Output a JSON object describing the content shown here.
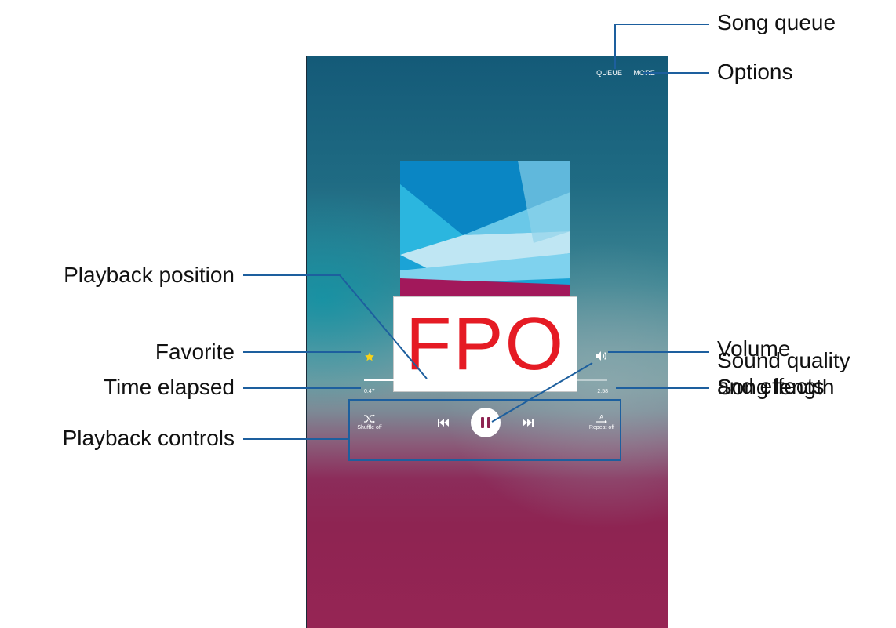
{
  "screen": {
    "top_actions": [
      "QUEUE",
      "MORE"
    ],
    "art_placeholder": "FPO",
    "time_elapsed": "0:47",
    "song_length": "2:58",
    "progress_fraction": 0.26,
    "controls": {
      "shuffle_label": "Shuffle off",
      "repeat_label": "Repeat off"
    },
    "icons": {
      "favorite": "star-icon",
      "effects": "equalizer-icon",
      "volume": "volume-icon",
      "shuffle": "shuffle-icon",
      "previous": "previous-icon",
      "play_pause": "pause-icon",
      "next": "next-icon",
      "repeat": "repeat-icon"
    },
    "colors": {
      "favorite_star": "#f6d21b",
      "fpo_text": "#e51b24",
      "accent_callout": "#1d5f9e"
    }
  },
  "callouts": {
    "song_queue": "Song queue",
    "options": "Options",
    "sound_quality_line1": "Sound quality",
    "sound_quality_line2": "and effects",
    "playback_position": "Playback position",
    "favorite": "Favorite",
    "volume": "Volume",
    "time_elapsed": "Time elapsed",
    "song_length": "Song length",
    "playback_controls": "Playback controls"
  }
}
